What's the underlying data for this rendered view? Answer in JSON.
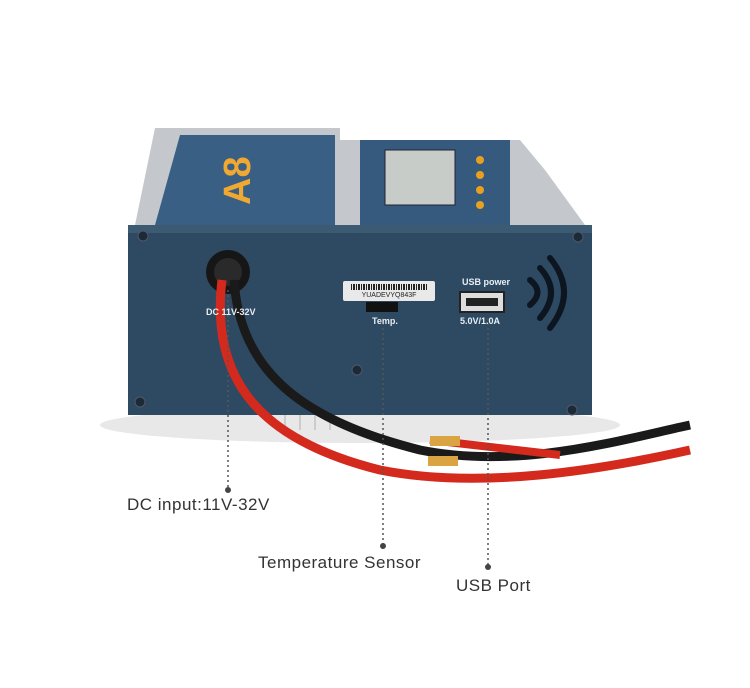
{
  "device": {
    "port_labels": {
      "dc": "DC 11V-32V",
      "temp": "Temp.",
      "usb_title": "USB power",
      "usb_rating": "5.0V/1.0A"
    },
    "serial_number": "YUADEVYQ843F",
    "model_logo": "A8"
  },
  "callouts": {
    "dc_input": "DC input:11V-32V",
    "temperature_sensor": "Temperature Sensor",
    "usb_port": "USB Port"
  },
  "colors": {
    "body": "#2e4a62",
    "silver": "#c9ccd0",
    "cable_red": "#d42a1e",
    "cable_black": "#1a1a1a",
    "connector_gold": "#d9a441"
  }
}
